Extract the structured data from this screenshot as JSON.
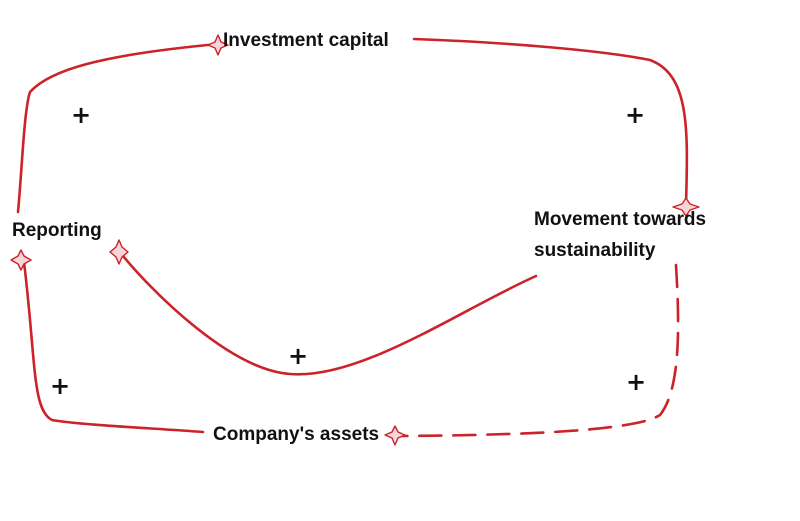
{
  "nodes": {
    "investment_capital": "Investment capital",
    "movement_line1": "Movement towards",
    "movement_line2": "sustainability",
    "reporting": "Reporting",
    "company_assets": "Company's assets"
  },
  "links": [
    {
      "from": "Reporting",
      "to": "Investment capital",
      "polarity": "+",
      "style": "solid"
    },
    {
      "from": "Investment capital",
      "to": "Movement towards sustainability",
      "polarity": "+",
      "style": "solid"
    },
    {
      "from": "Movement towards sustainability",
      "to": "Reporting",
      "polarity": "+",
      "style": "solid"
    },
    {
      "from": "Company's assets",
      "to": "Reporting",
      "polarity": "+",
      "style": "solid"
    },
    {
      "from": "Movement towards sustainability",
      "to": "Company's assets",
      "polarity": "+",
      "style": "dashed"
    }
  ],
  "colors": {
    "link": "#cc2229",
    "text": "#111111",
    "background": "#ffffff"
  }
}
